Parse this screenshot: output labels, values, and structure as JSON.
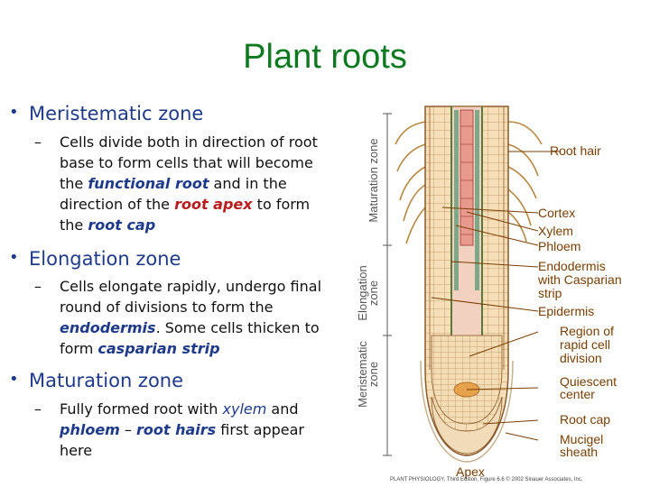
{
  "title": "Plant roots",
  "bullets": [
    {
      "label": "Meristematic zone",
      "sub": {
        "t1": "Cells divide both in direction of root base to form cells that will become the ",
        "em1": "functional root",
        "t2": " and in the direction of the ",
        "em2": "root apex",
        "t3": " to form the ",
        "em3": "root cap"
      }
    },
    {
      "label": "Elongation zone",
      "sub": {
        "t1": "Cells elongate rapidly, undergo final round of divisions to form the ",
        "em1": "endodermis",
        "t2": ". Some cells thicken to form ",
        "em2": "casparian strip"
      }
    },
    {
      "label": "Maturation zone",
      "sub": {
        "t1": "Fully formed root with ",
        "em1": "xylem",
        "t2": " and ",
        "em2": "phloem",
        "t3": " – ",
        "em3": "root hairs",
        "t4": " first appear here"
      }
    }
  ],
  "diagram": {
    "zones": [
      "Maturation zone",
      "Elongation zone",
      "Meristematic zone"
    ],
    "labels": {
      "root_hair": "Root hair",
      "cortex": "Cortex",
      "xylem": "Xylem",
      "phloem": "Phloem",
      "endodermis": "Endodermis with Casparian strip",
      "epidermis": "Epidermis",
      "rapid_division": "Region of rapid cell division",
      "quiescent": "Quiescent center",
      "root_cap": "Root cap",
      "mucigel": "Mucigel sheath",
      "apex": "Apex"
    },
    "credit": "PLANT PHYSIOLOGY, Third Edition, Figure 6.6 © 2002 Sinauer Associates, Inc."
  },
  "colors": {
    "title": "#0d7a1f",
    "bullet": "#1e3a8a",
    "emphasis_red": "#b91c1c",
    "callout": "#7a3e00"
  }
}
